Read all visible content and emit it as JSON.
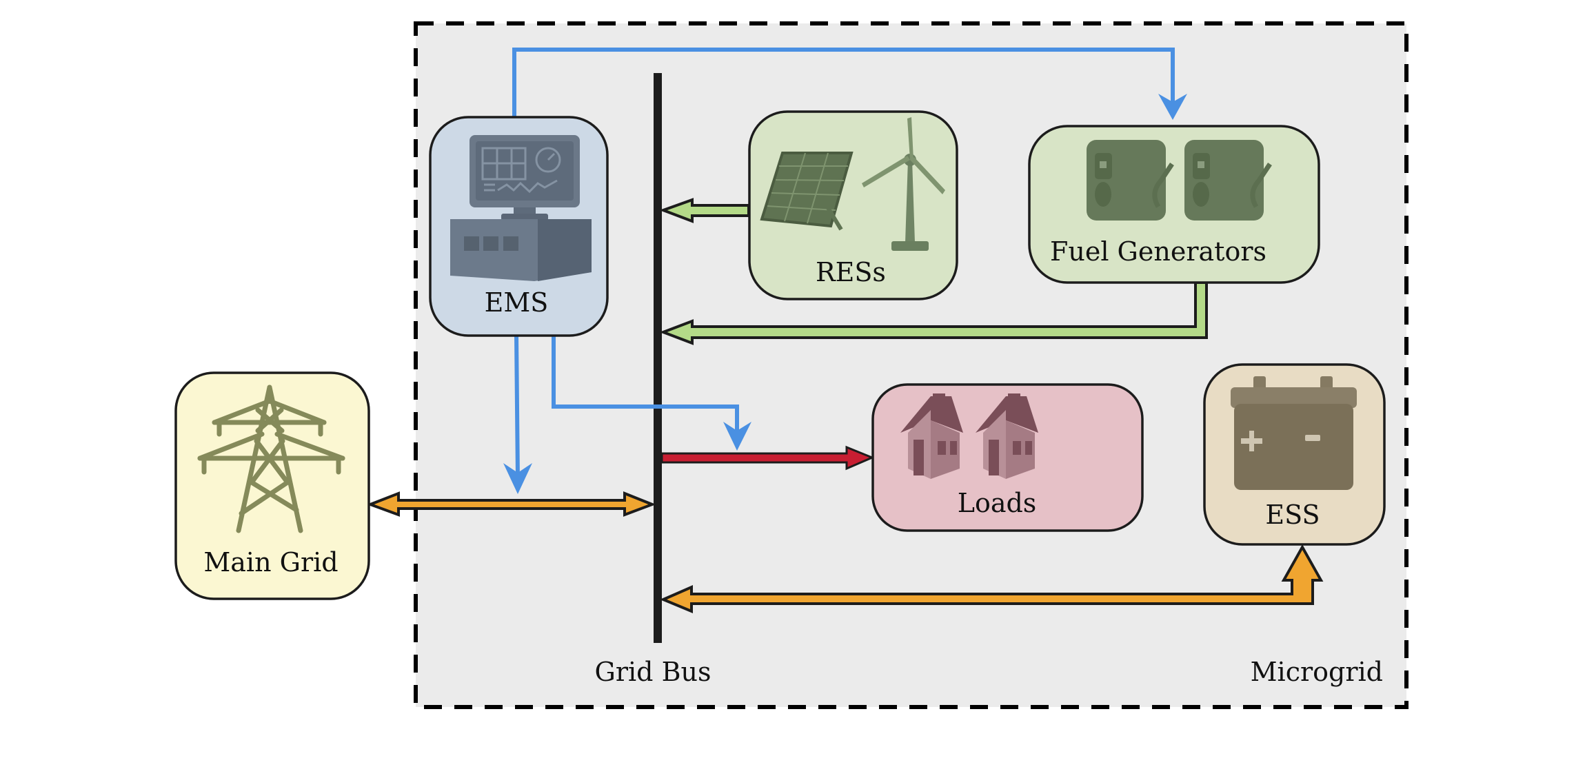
{
  "diagram": {
    "container_label": "Microgrid",
    "bus_label": "Grid Bus",
    "nodes": {
      "ems": {
        "label": "EMS",
        "icon": "control-computer-icon"
      },
      "res": {
        "label": "RESs",
        "icon": "solar-panel-wind-turbine-icon"
      },
      "fuel": {
        "label": "Fuel Generators",
        "icon": "fuel-generator-icon"
      },
      "main_grid": {
        "label": "Main Grid",
        "icon": "transmission-tower-icon"
      },
      "loads": {
        "label": "Loads",
        "icon": "house-icon"
      },
      "ess": {
        "label": "ESS",
        "icon": "battery-icon"
      }
    },
    "colors": {
      "container_bg": "#ebebeb",
      "ems_fill": "#cdd9e6",
      "green_fill": "#d8e4c6",
      "main_grid_fill": "#fbf7d2",
      "loads_fill": "#e6c1c7",
      "ess_fill": "#e8dcc4",
      "control_line": "#4a90e2",
      "power_green": "#b4da88",
      "power_orange": "#f0a530",
      "power_red": "#c81e32",
      "bus": "#1c1c1c"
    },
    "connections": [
      {
        "from": "EMS",
        "to": "Fuel Generators",
        "type": "control"
      },
      {
        "from": "EMS",
        "to": "Main Grid link",
        "type": "control"
      },
      {
        "from": "EMS",
        "to": "Loads link",
        "type": "control"
      },
      {
        "from": "RESs",
        "to": "Grid Bus",
        "type": "power"
      },
      {
        "from": "Fuel Generators",
        "to": "Grid Bus",
        "type": "power"
      },
      {
        "from": "Grid Bus",
        "to": "Loads",
        "type": "power"
      },
      {
        "from": "Main Grid",
        "to": "Grid Bus",
        "type": "bidirectional power"
      },
      {
        "from": "ESS",
        "to": "Grid Bus",
        "type": "bidirectional power"
      }
    ]
  }
}
